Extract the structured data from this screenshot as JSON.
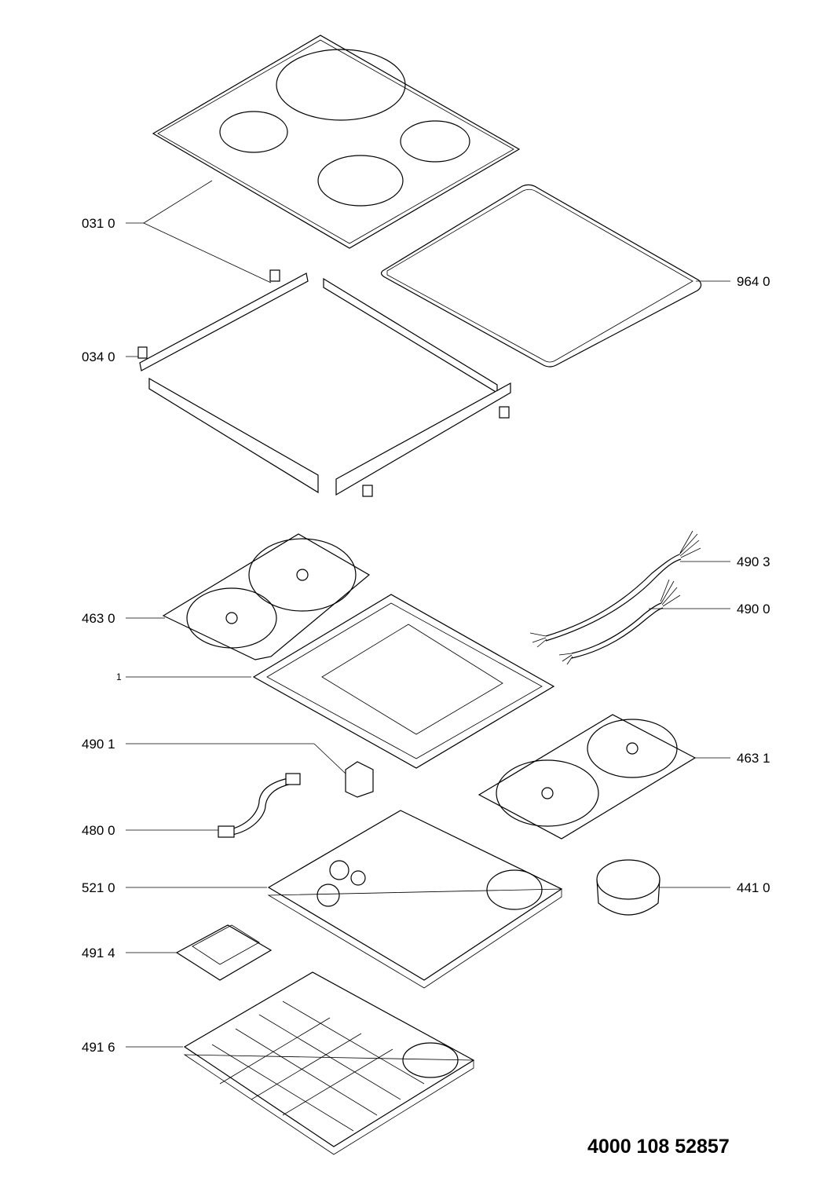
{
  "parts": [
    {
      "id": "p0310",
      "label": "031 0"
    },
    {
      "id": "p9640",
      "label": "964 0"
    },
    {
      "id": "p0340",
      "label": "034 0"
    },
    {
      "id": "p4903",
      "label": "490 3"
    },
    {
      "id": "p4900",
      "label": "490 0"
    },
    {
      "id": "p4630",
      "label": "463 0"
    },
    {
      "id": "p1",
      "label": "1"
    },
    {
      "id": "p4901",
      "label": "490 1"
    },
    {
      "id": "p4631",
      "label": "463 1"
    },
    {
      "id": "p4800",
      "label": "480 0"
    },
    {
      "id": "p5210",
      "label": "521 0"
    },
    {
      "id": "p4410",
      "label": "441 0"
    },
    {
      "id": "p4914",
      "label": "491 4"
    },
    {
      "id": "p4916",
      "label": "491 6"
    }
  ],
  "document_number": "4000 108 52857"
}
